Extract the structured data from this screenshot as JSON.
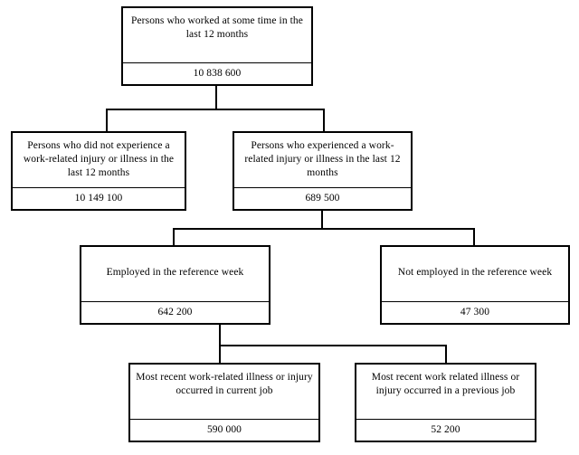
{
  "diagram": {
    "title": "Persons who worked at some time in the last 12 months flowchart",
    "nodes": {
      "root": {
        "label": "Persons who worked at some time in the last 12 months",
        "value": "10 838 600"
      },
      "no_injury": {
        "label": "Persons who did not experience a work-related injury or illness in the last 12 months",
        "value": "10 149 100"
      },
      "injury": {
        "label": "Persons who experienced a work-related injury or illness in the last 12 months",
        "value": "689 500"
      },
      "employed": {
        "label": "Employed in the reference week",
        "value": "642 200"
      },
      "not_employed": {
        "label": "Not employed in the reference week",
        "value": "47 300"
      },
      "current_job": {
        "label": "Most recent work-related illness or injury occurred in current job",
        "value": "590 000"
      },
      "previous_job": {
        "label": "Most recent work related illness or injury occurred in a previous job",
        "value": "52 200"
      }
    },
    "colors": {
      "line": "#000000",
      "box_fill": "#ffffff",
      "text": "#000000"
    }
  },
  "chart_data": {
    "type": "diagram",
    "title": "Persons who worked at some time in the last 12 months",
    "nodes": [
      {
        "id": "root",
        "label": "Persons who worked at some time in the last 12 months",
        "value": 10838600,
        "value_text": "10 838 600",
        "level": 0,
        "parent": null
      },
      {
        "id": "no_injury",
        "label": "Persons who did not experience a work-related injury or illness in the last 12 months",
        "value": 10149100,
        "value_text": "10 149 100",
        "level": 1,
        "parent": "root"
      },
      {
        "id": "injury",
        "label": "Persons who experienced a work-related injury or illness in the last 12 months",
        "value": 689500,
        "value_text": "689 500",
        "level": 1,
        "parent": "root"
      },
      {
        "id": "employed",
        "label": "Employed in the reference week",
        "value": 642200,
        "value_text": "642 200",
        "level": 2,
        "parent": "injury"
      },
      {
        "id": "not_employed",
        "label": "Not employed in the reference week",
        "value": 47300,
        "value_text": "47 300",
        "level": 2,
        "parent": "injury"
      },
      {
        "id": "current_job",
        "label": "Most recent work-related illness or injury occurred in current job",
        "value": 590000,
        "value_text": "590 000",
        "level": 3,
        "parent": "employed"
      },
      {
        "id": "previous_job",
        "label": "Most recent work related illness or injury occurred in a previous job",
        "value": 52200,
        "value_text": "52 200",
        "level": 3,
        "parent": "employed"
      }
    ],
    "edges": [
      {
        "from": "root",
        "to": "no_injury"
      },
      {
        "from": "root",
        "to": "injury"
      },
      {
        "from": "injury",
        "to": "employed"
      },
      {
        "from": "injury",
        "to": "not_employed"
      },
      {
        "from": "employed",
        "to": "current_job"
      },
      {
        "from": "employed",
        "to": "previous_job"
      }
    ]
  }
}
